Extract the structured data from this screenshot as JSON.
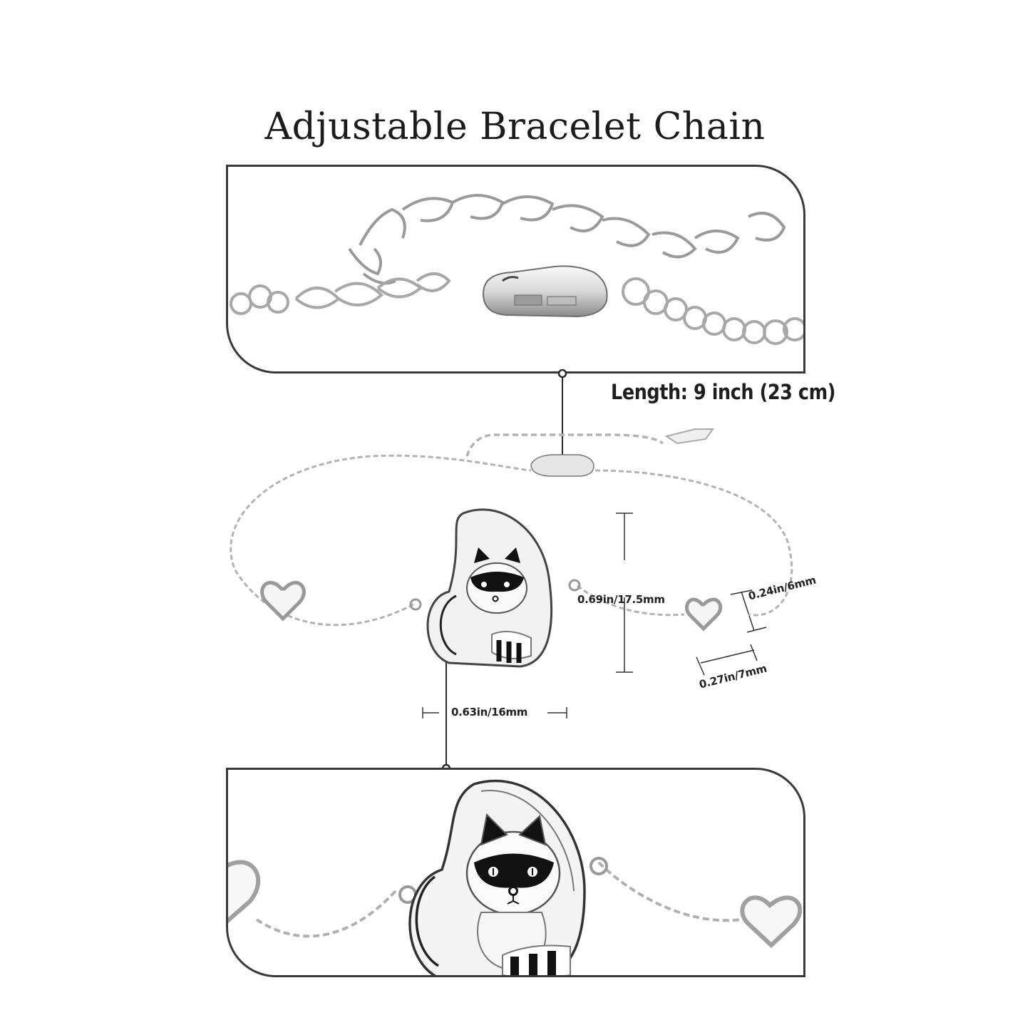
{
  "title": "Adjustable Bracelet Chain",
  "callouts": {
    "length": "Length: 9 inch (23 cm)",
    "pendant_height": "0.69in/17.5mm",
    "pendant_width": "0.63in/16mm",
    "heart_height": "0.24in/6mm",
    "heart_width": "0.27in/7mm"
  },
  "panels": [
    {
      "name": "clasp-closeup",
      "subject": "lobster clasp with extension chain"
    },
    {
      "name": "pendant-closeup",
      "subject": "raccoon in heart pendant with heart charms"
    }
  ],
  "colors": {
    "frame": "#3a3a3a",
    "text": "#1c1c1c",
    "silver": "#c9c9c9",
    "enamel": "#111111"
  }
}
